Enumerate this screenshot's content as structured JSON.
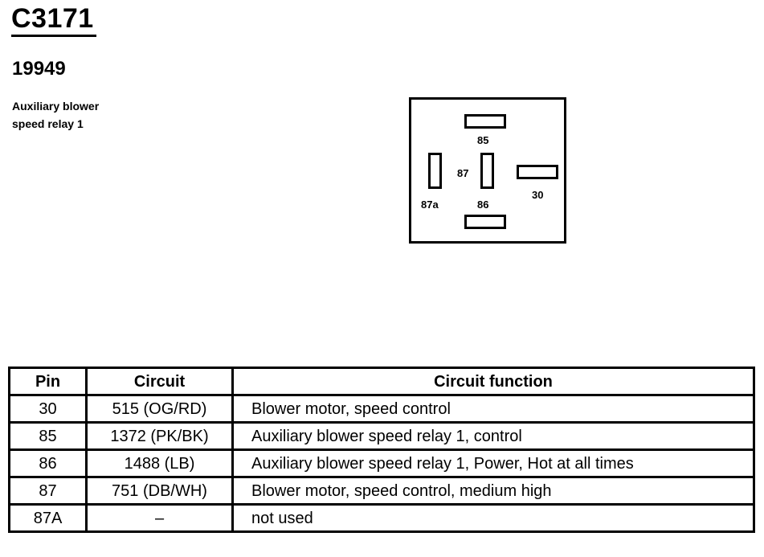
{
  "connector": {
    "id": "C3171",
    "part_number": "19949",
    "description_lines": [
      "Auxiliary blower",
      "speed relay 1"
    ]
  },
  "diagram": {
    "pin_labels": {
      "p85": "85",
      "p87": "87",
      "p30": "30",
      "p87a": "87a",
      "p86": "86"
    }
  },
  "table": {
    "headers": [
      "Pin",
      "Circuit",
      "Circuit function"
    ],
    "rows": [
      {
        "pin": "30",
        "circuit": "515 (OG/RD)",
        "function": "Blower motor, speed control"
      },
      {
        "pin": "85",
        "circuit": "1372 (PK/BK)",
        "function": "Auxiliary blower speed relay 1, control"
      },
      {
        "pin": "86",
        "circuit": "1488 (LB)",
        "function": "Auxiliary blower speed relay 1, Power, Hot at all times"
      },
      {
        "pin": "87",
        "circuit": "751 (DB/WH)",
        "function": "Blower motor, speed control, medium high"
      },
      {
        "pin": "87A",
        "circuit": "–",
        "function": "not used"
      }
    ]
  }
}
